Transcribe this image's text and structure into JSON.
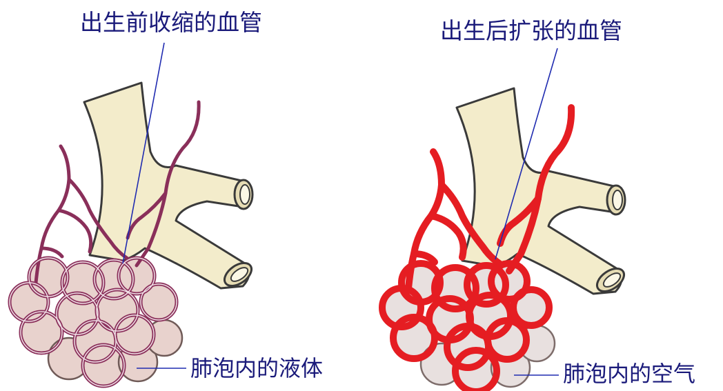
{
  "labels": {
    "before_vessel": "出生前收缩的血管",
    "after_vessel": "出生后扩张的血管",
    "before_content": "肺泡内的液体",
    "after_content": "肺泡内的空气"
  },
  "colors": {
    "bronchus_fill": "#f3eccb",
    "bronchus_stroke": "#3a3a3a",
    "alveolus_fill": "#e8d2cd",
    "alveolus_stroke": "#6f5a57",
    "vessel_constricted": "#8a2f5a",
    "vessel_dilated": "#e51d22",
    "label_text": "#1a1a7a",
    "leader_line": "#1f2bb0"
  }
}
